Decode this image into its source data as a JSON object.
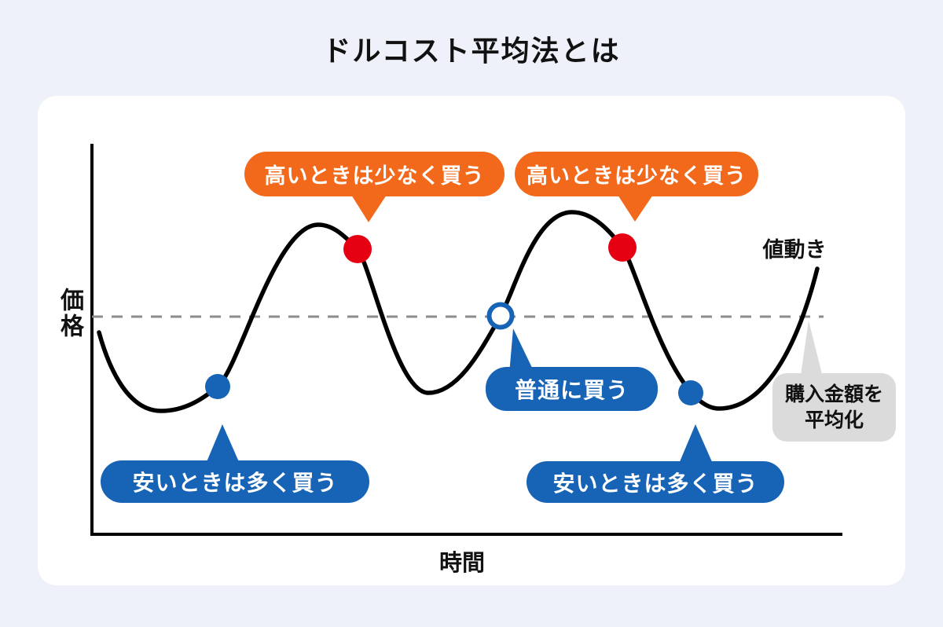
{
  "title": "ドルコスト平均法とは",
  "diagram": {
    "y_axis_label": "価格",
    "x_axis_label": "時間",
    "curve_label": "値動き",
    "callouts": {
      "buy_less_first": "高いときは少なく買う",
      "buy_less_second": "高いときは少なく買う",
      "buy_more_first": "安いときは多く買う",
      "buy_more_second": "安いときは多く買う",
      "buy_normal": "普通に買う",
      "average_line1": "購入金額を",
      "average_line2": "平均化"
    },
    "markers": {
      "high_price_points": 2,
      "low_price_points": 2,
      "average_price_points": 1
    }
  },
  "colors": {
    "background": "#EEF1F9",
    "card": "#FFFFFF",
    "orange": "#F2691B",
    "blue": "#1763B5",
    "red": "#E50012",
    "gray_bubble": "#DBDBDB",
    "dashed_line": "#8C8C8C",
    "curve": "#000000",
    "text": "#111111"
  }
}
